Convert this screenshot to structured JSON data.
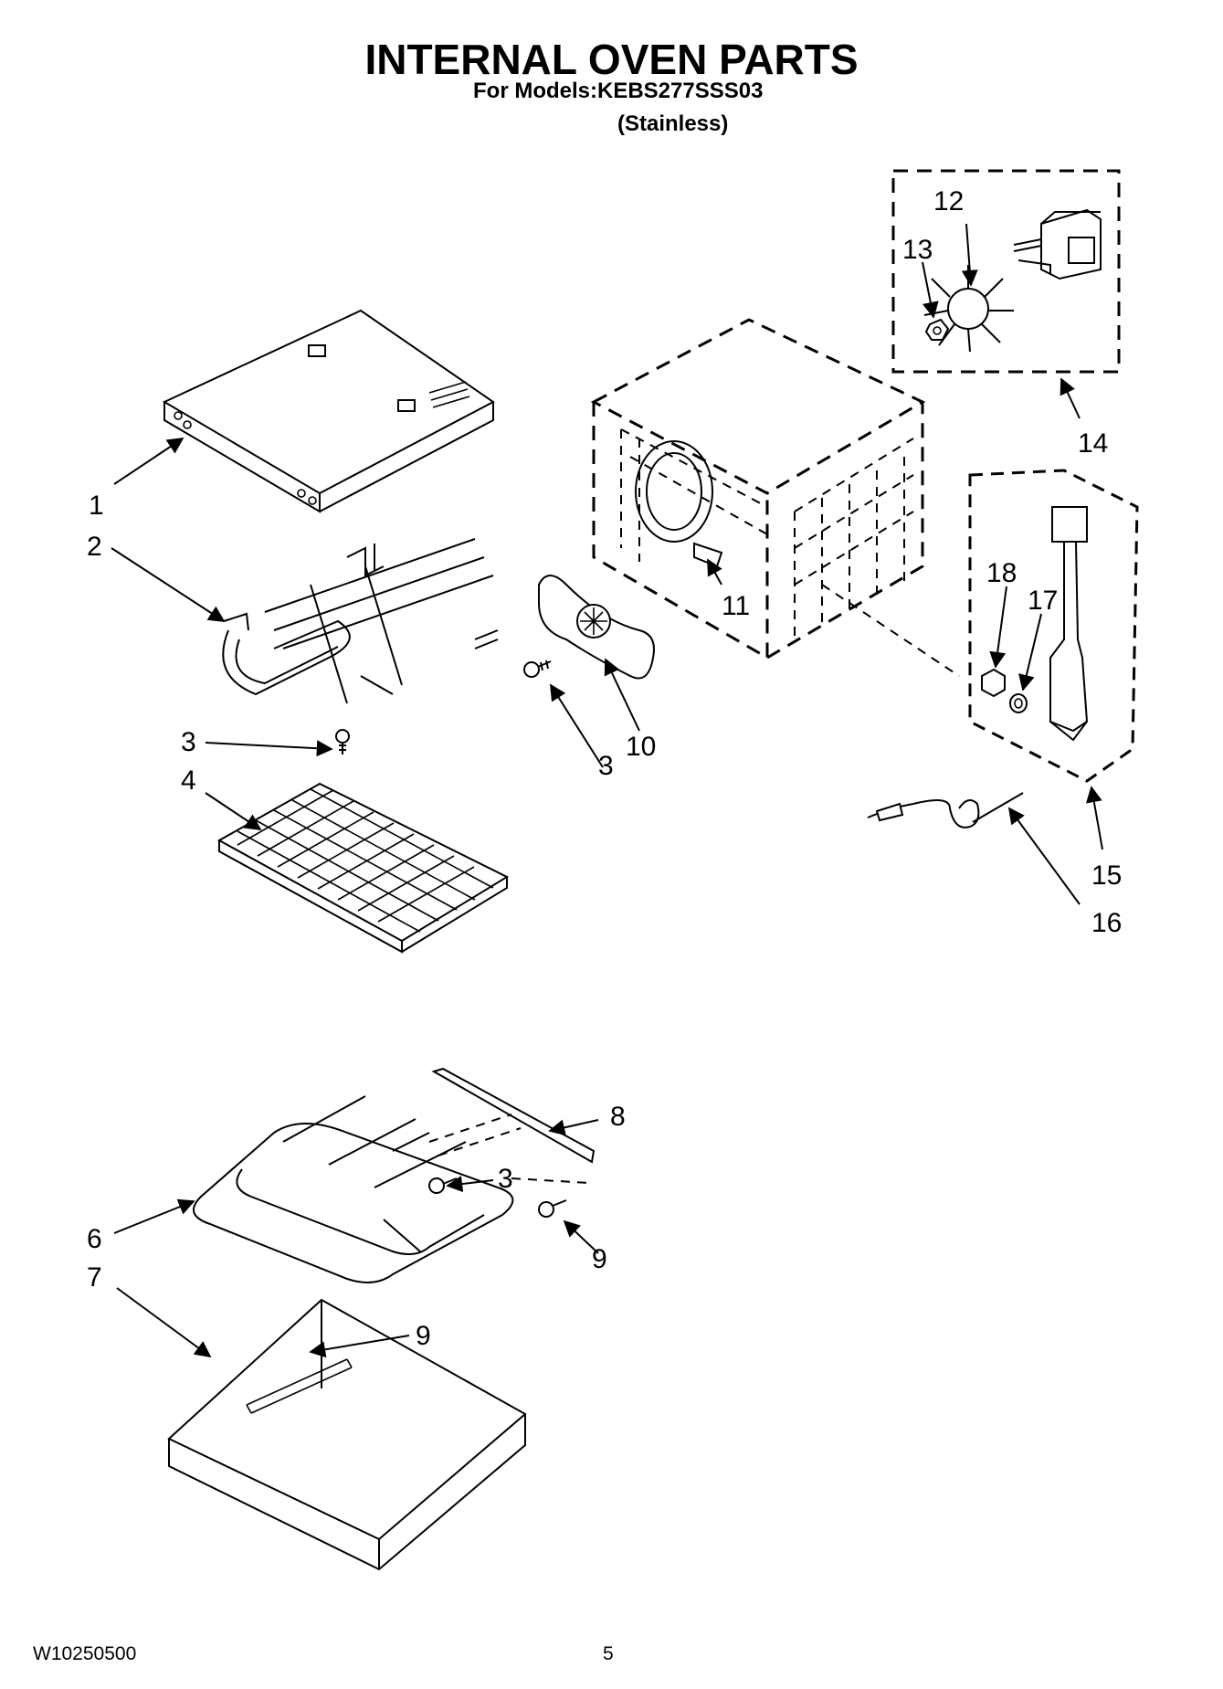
{
  "header": {
    "title": "INTERNAL OVEN PARTS",
    "models": "For Models:KEBS277SSS03",
    "finish": "(Stainless)"
  },
  "footer": {
    "doc_number": "W10250500",
    "page_number": "5"
  },
  "callouts": {
    "c1": "1",
    "c2": "2",
    "c3a": "3",
    "c3b": "3",
    "c3c": "3",
    "c4": "4",
    "c6": "6",
    "c7": "7",
    "c8": "8",
    "c9a": "9",
    "c9b": "9",
    "c10": "10",
    "c11": "11",
    "c12": "12",
    "c13": "13",
    "c14": "14",
    "c15": "15",
    "c16": "16",
    "c17": "17",
    "c18": "18"
  }
}
